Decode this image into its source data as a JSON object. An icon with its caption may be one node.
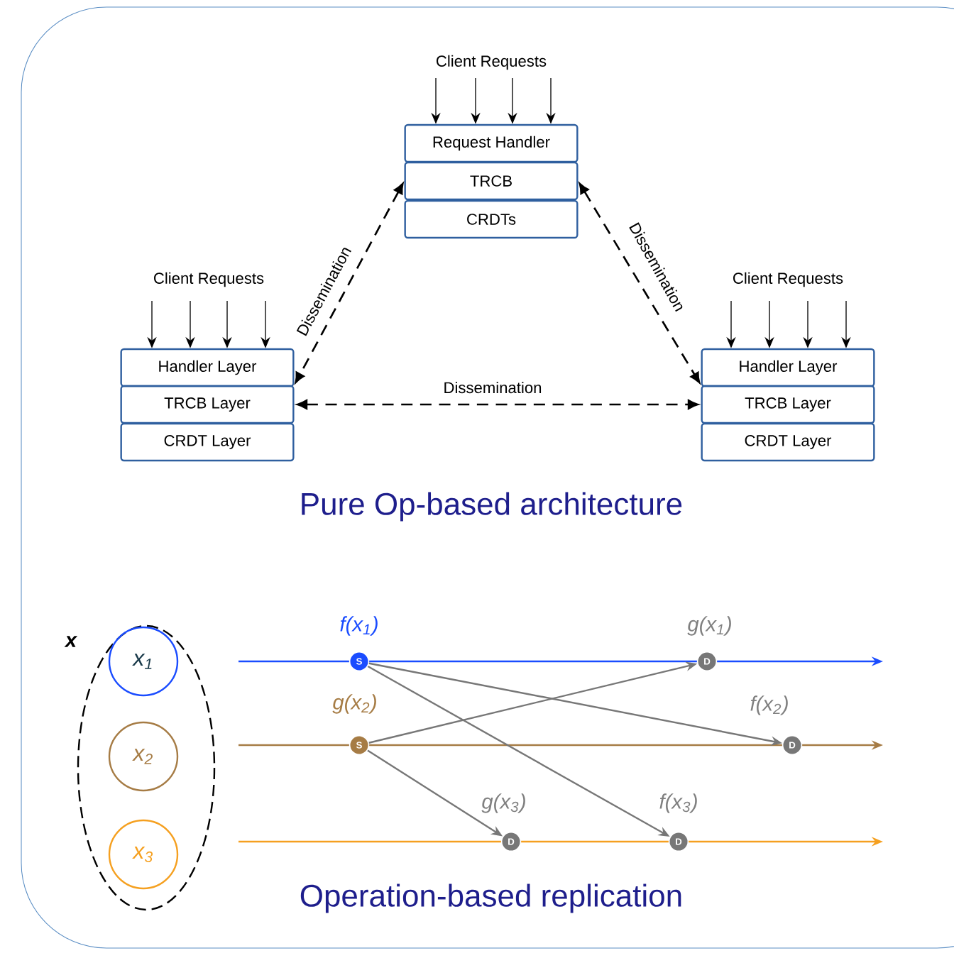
{
  "diagram": {
    "nodes": [
      {
        "text": [
          "Request Handler"
        ],
        "beside": [
          "Client Requests"
        ]
      },
      {
        "text": [
          "TRCB"
        ]
      },
      {
        "text": [
          "CRDTs"
        ]
      },
      {
        "text": [
          "Handler Layer"
        ],
        "beside": [
          "Client Requests"
        ]
      },
      {
        "text": [
          "TRCB Layer"
        ]
      },
      {
        "text": [
          "CRDT Layer"
        ]
      },
      {
        "text": [
          "Handler Layer"
        ],
        "beside": [
          "Client Requests"
        ]
      },
      {
        "text": [
          "TRCB Layer"
        ]
      },
      {
        "text": [
          "CRDT Layer"
        ]
      },
      {
        "text": [
          "x"
        ]
      },
      {
        "text": [
          "x$_{1}$"
        ],
        "in": 9
      },
      {
        "text": [
          "x$_{2}$"
        ],
        "in": 9
      },
      {
        "text": [
          "x$_{3}$"
        ],
        "in": 9
      },
      {
        "text": [
          "S"
        ],
        "beside": [
          "f(x$_{1}$)"
        ]
      },
      {
        "text": [
          "D"
        ],
        "beside": [
          "g(x$_{1}$)"
        ]
      },
      {
        "text": [
          "S"
        ],
        "beside": [
          "g(x$_{2}$)"
        ]
      },
      {
        "text": [
          "D"
        ],
        "beside": [
          "f(x$_{2}$)"
        ]
      },
      {
        "text": [
          "D"
        ],
        "beside": [
          "g(x$_{3}$)"
        ]
      },
      {
        "text": [
          "D"
        ],
        "beside": [
          "f(x$_{3}$)"
        ]
      }
    ],
    "edges": [
      {
        "from": null,
        "to": 0,
        "arrow": "to"
      },
      {
        "from": null,
        "to": 0,
        "arrow": "to"
      },
      {
        "from": null,
        "to": 0,
        "arrow": "to"
      },
      {
        "from": null,
        "to": 0,
        "arrow": "to"
      },
      {
        "from": null,
        "to": 3,
        "arrow": "to"
      },
      {
        "from": null,
        "to": 3,
        "arrow": "to"
      },
      {
        "from": null,
        "to": 3,
        "arrow": "to"
      },
      {
        "from": null,
        "to": 3,
        "arrow": "to"
      },
      {
        "from": null,
        "to": 6,
        "arrow": "to"
      },
      {
        "from": null,
        "to": 6,
        "arrow": "to"
      },
      {
        "from": null,
        "to": 6,
        "arrow": "to"
      },
      {
        "from": null,
        "to": 6,
        "arrow": "to"
      },
      {
        "from": 1,
        "to": 4,
        "arrow": "both",
        "label": "Dissemination",
        "style": "dashed"
      },
      {
        "from": 4,
        "to": 7,
        "arrow": "both",
        "label": "Dissemination",
        "style": "dashed"
      },
      {
        "from": 1,
        "to": 7,
        "arrow": "both",
        "label": "Dissemination",
        "style": "dashed"
      },
      {
        "from": null,
        "to": 13,
        "arrow": "none",
        "color": "#1a4cff"
      },
      {
        "from": 13,
        "to": 14,
        "arrow": "none",
        "color": "#1a4cff"
      },
      {
        "from": 14,
        "to": null,
        "arrow": "to",
        "color": "#1a4cff"
      },
      {
        "from": null,
        "to": 15,
        "arrow": "none",
        "color": "#a67c45"
      },
      {
        "from": 15,
        "to": 16,
        "arrow": "none",
        "color": "#a67c45"
      },
      {
        "from": 16,
        "to": null,
        "arrow": "to",
        "color": "#a67c45"
      },
      {
        "from": null,
        "to": 17,
        "arrow": "none",
        "color": "#f5a020"
      },
      {
        "from": 17,
        "to": 18,
        "arrow": "none",
        "color": "#f5a020"
      },
      {
        "from": 18,
        "to": null,
        "arrow": "to",
        "color": "#f5a020"
      },
      {
        "from": 13,
        "to": 16,
        "arrow": "to",
        "color": "#777777"
      },
      {
        "from": 13,
        "to": 18,
        "arrow": "to",
        "color": "#777777"
      },
      {
        "from": 15,
        "to": 14,
        "arrow": "to",
        "color": "#777777"
      },
      {
        "from": 15,
        "to": 17,
        "arrow": "to",
        "color": "#777777"
      }
    ],
    "labels": [
      "Pure Op-based architecture",
      "Operation-based replication"
    ]
  }
}
